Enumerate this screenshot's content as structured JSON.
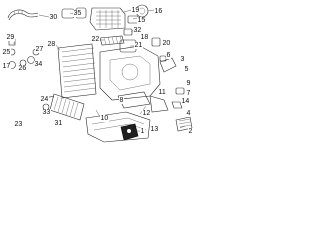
{
  "diagram": {
    "callouts": [
      "30",
      "35",
      "19",
      "15",
      "16",
      "32",
      "22",
      "21",
      "18",
      "20",
      "29",
      "28",
      "25",
      "27",
      "17",
      "26",
      "34",
      "24",
      "23",
      "33",
      "31",
      "6",
      "3",
      "5",
      "9",
      "7",
      "11",
      "8",
      "14",
      "4",
      "2",
      "10",
      "12",
      "13",
      "1"
    ],
    "highlight_color": "#1f1f1f",
    "line_color": "#2a2a2a",
    "background": "#ffffff"
  }
}
